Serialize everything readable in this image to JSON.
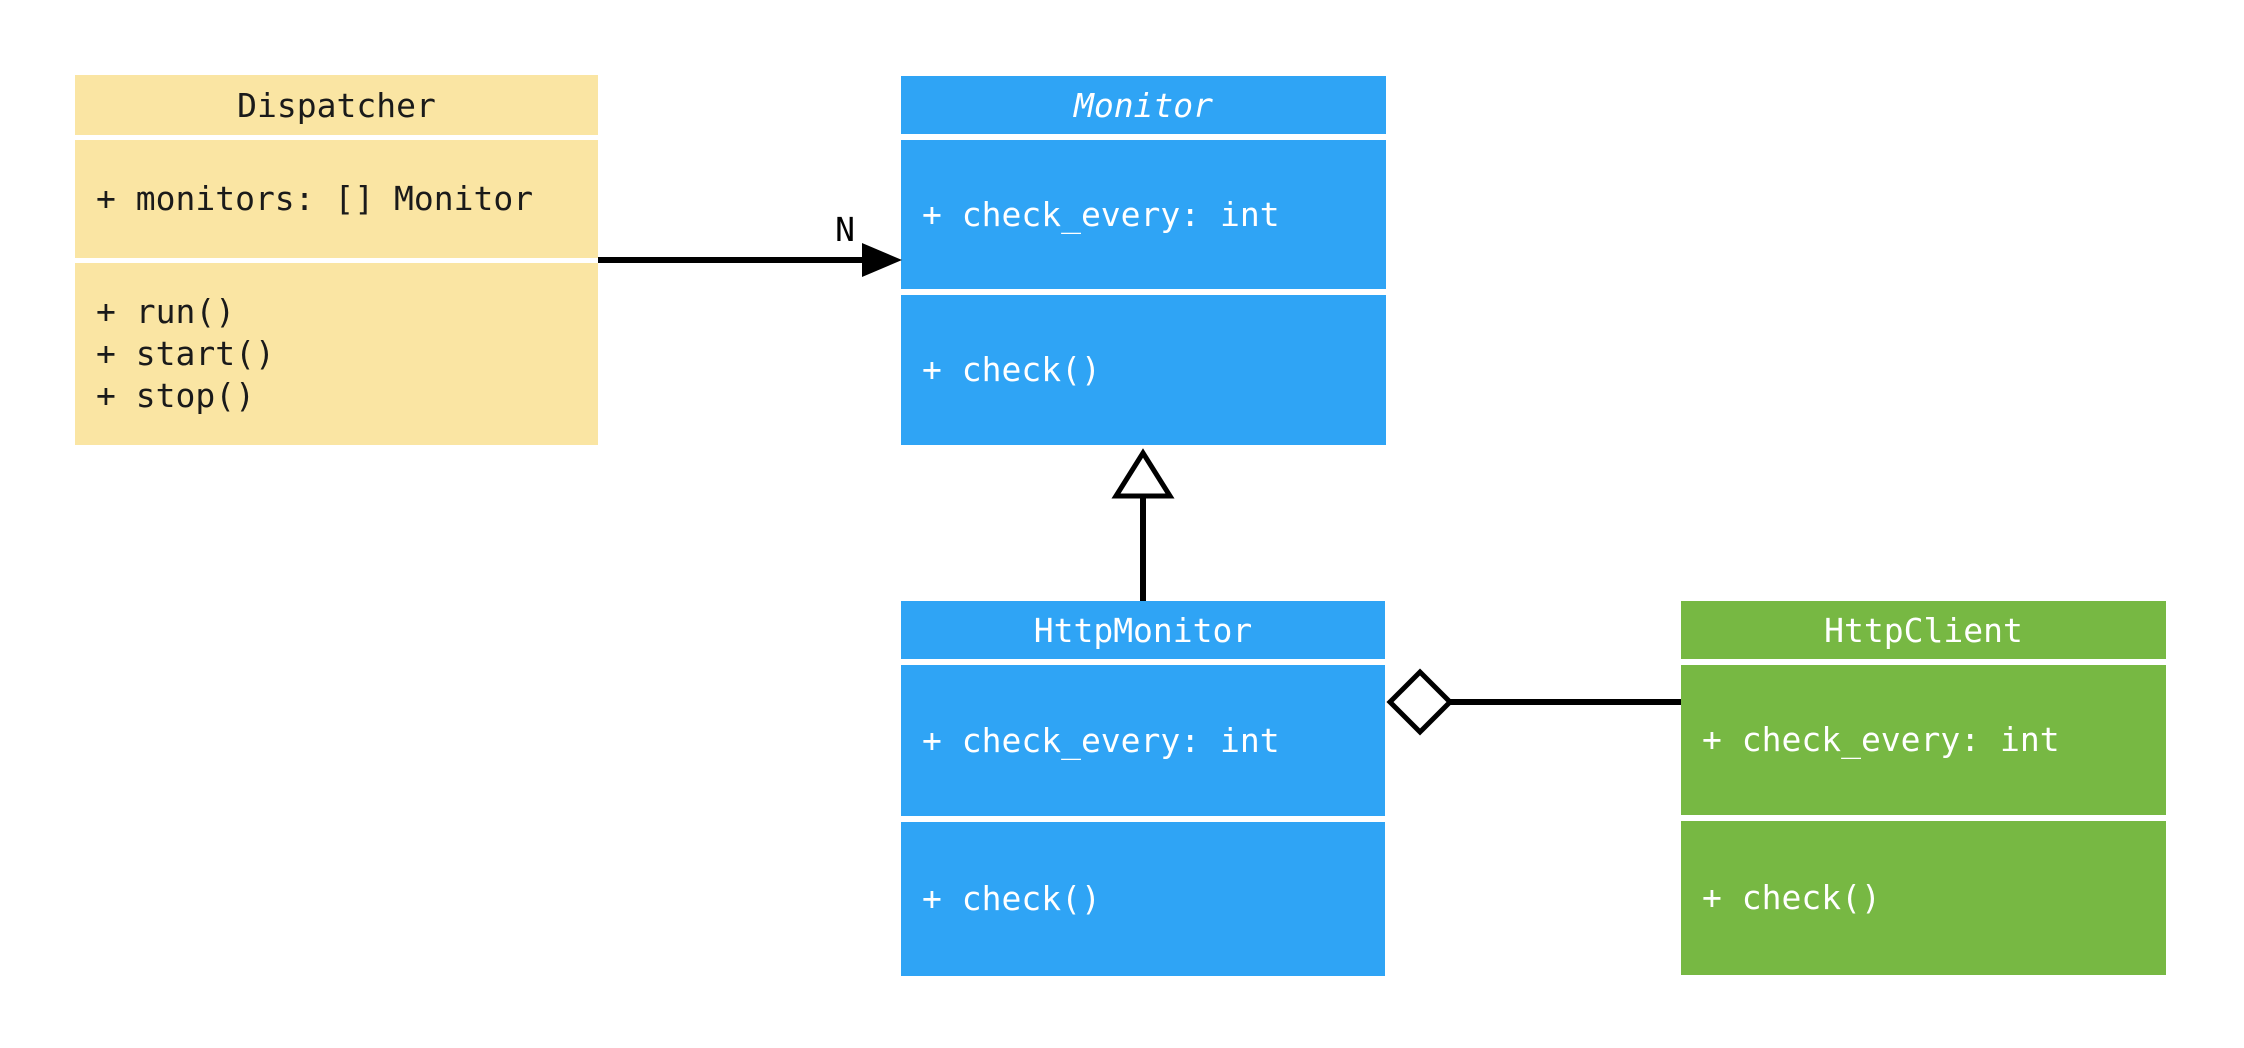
{
  "diagram": {
    "kind": "uml-class-diagram",
    "background_color": "#FFFFFF",
    "line_color": "#000000",
    "classes": {
      "dispatcher": {
        "title": "Dispatcher",
        "abstract": false,
        "fill_color": "#FAE5A3",
        "text_color": "#1A1A1A",
        "attributes": [
          "+ monitors: [] Monitor"
        ],
        "methods": [
          "+ run()",
          "+ start()",
          "+ stop()"
        ]
      },
      "monitor": {
        "title": "Monitor",
        "abstract": true,
        "fill_color": "#2FA4F5",
        "text_color": "#FFFFFF",
        "attributes": [
          "+ check_every: int"
        ],
        "methods": [
          "+ check()"
        ]
      },
      "http_monitor": {
        "title": "HttpMonitor",
        "abstract": false,
        "fill_color": "#2FA4F5",
        "text_color": "#FFFFFF",
        "attributes": [
          "+ check_every: int"
        ],
        "methods": [
          "+ check()"
        ]
      },
      "http_client": {
        "title": "HttpClient",
        "abstract": false,
        "fill_color": "#77B843",
        "text_color": "#FFFFFF",
        "attributes": [
          "+ check_every: int"
        ],
        "methods": [
          "+ check()"
        ]
      }
    },
    "relationships": [
      {
        "type": "directed-association",
        "from": "Dispatcher",
        "to": "Monitor",
        "label": "N",
        "arrowhead": "filled-triangle"
      },
      {
        "type": "inheritance",
        "from": "HttpMonitor",
        "to": "Monitor",
        "arrowhead": "hollow-triangle"
      },
      {
        "type": "aggregation",
        "from": "HttpMonitor",
        "to": "HttpClient",
        "arrowhead": "hollow-diamond"
      }
    ]
  }
}
